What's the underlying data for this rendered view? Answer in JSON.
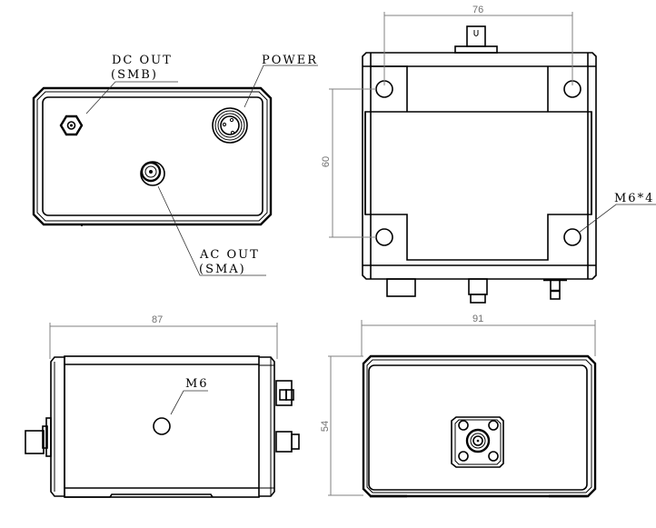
{
  "drawing": {
    "views": {
      "front_panel": {
        "labels": {
          "dc_out_line1": "DC OUT",
          "dc_out_line2": "(SMB)",
          "power": "POWER",
          "ac_out_line1": "AC OUT",
          "ac_out_line2": "(SMA)"
        }
      },
      "top_view": {
        "dimensions": {
          "width": "76",
          "height": "60"
        },
        "labels": {
          "mount_holes": "M6*4"
        }
      },
      "side_view": {
        "dimensions": {
          "width": "87"
        },
        "labels": {
          "hole": "M6"
        }
      },
      "back_panel": {
        "dimensions": {
          "width": "91",
          "height": "54"
        }
      }
    },
    "colors": {
      "line": "#000000",
      "dimension": "#808080",
      "background": "#ffffff"
    }
  }
}
